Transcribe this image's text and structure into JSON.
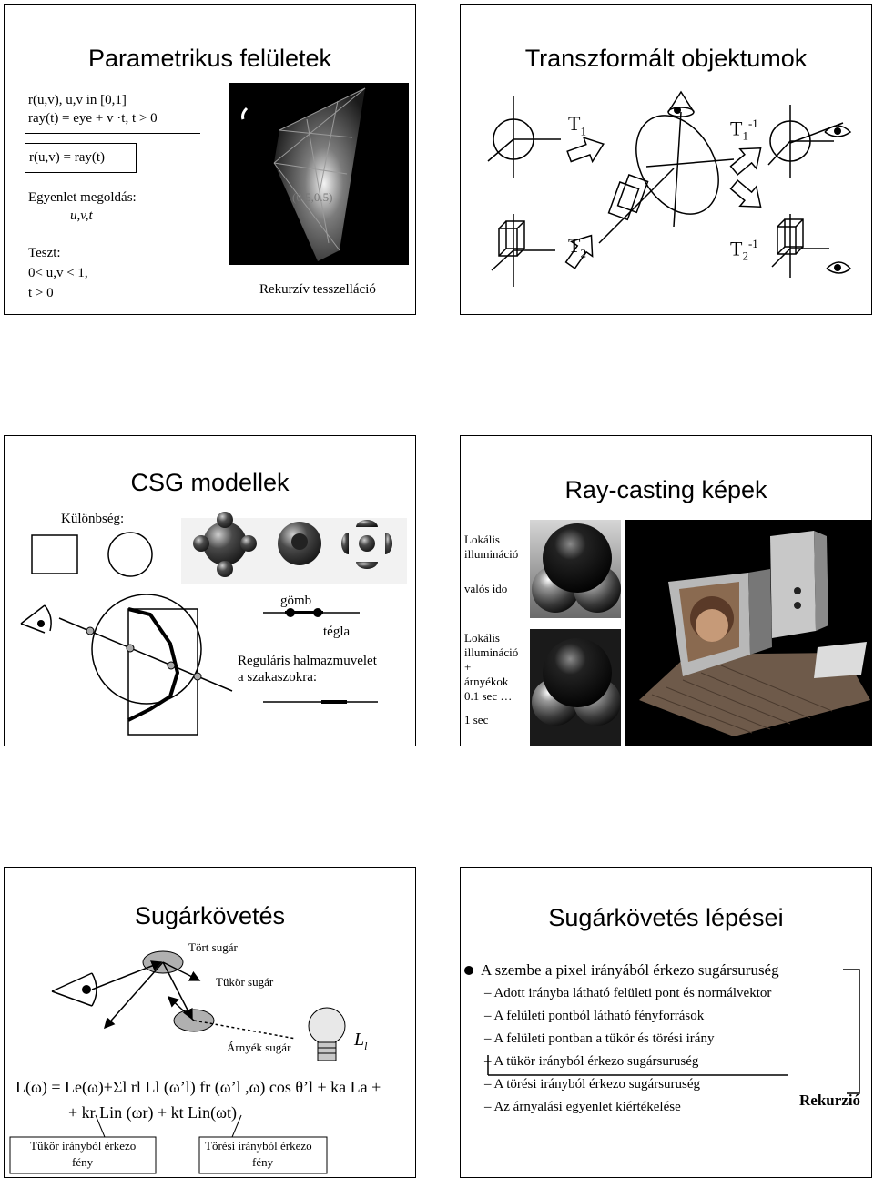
{
  "slide1": {
    "title": "Parametrikus felületek",
    "line1": "r(u,v),   u,v in [0,1]",
    "line2": "ray(t) = eye + v ·t,   t > 0",
    "eq": "r(u,v) = ray(t)",
    "solve1": "Egyenlet megoldás:",
    "solve2": "u,v,t",
    "test1": "Teszt:",
    "test2": "0< u,v < 1,",
    "test3": "t > 0",
    "image_label": "(0.5,0.5)",
    "caption": "Rekurzív tesszelláció"
  },
  "slide2": {
    "title": "Transzformált objektumok",
    "t1": "T",
    "t1_sub": "1",
    "t1inv": "T",
    "t1inv_sub": "1",
    "t1inv_sup": "-1",
    "t2": "T",
    "t2_sub": "2",
    "t2inv": "T",
    "t2inv_sub": "2",
    "t2inv_sup": "-1"
  },
  "slide3": {
    "title": "CSG modellek",
    "kulonbseg": "Különbség:",
    "gomb": "gömb",
    "tegla": "tégla",
    "reg1": "Reguláris halmazmuvelet",
    "reg2": "a szakaszokra:"
  },
  "slide4": {
    "title": "Ray-casting képek",
    "a1": "Lokális",
    "a2": "illumináció",
    "b1": "valós ido",
    "c1": "Lokális",
    "c2": "illumináció",
    "c3": "+",
    "c4": "árnyékok",
    "c5": "0.1 sec …",
    "c6": "1 sec"
  },
  "slide5": {
    "title": "Sugárkövetés",
    "tort": "Tört sugár",
    "tukor": "Tükör sugár",
    "arnyek": "Árnyék sugár",
    "light": "L",
    "light_sub": "l",
    "eq1": "L(ω) = Le(ω)+Σl rl Ll (ω’l) fr (ω’l ,ω) cos θ’l + ka La +",
    "eq2": "+ kr Lin (ωr)   +   kt Lin(ωt)",
    "box1a": "Tükör irányból érkezo",
    "box1b": "fény",
    "box2a": "Törési irányból érkezo",
    "box2b": "fény"
  },
  "slide6": {
    "title": "Sugárkövetés lépései",
    "main": "A szembe a pixel irányából érkezo sugársuruség",
    "items": [
      "Adott irányba látható felületi pont és normálvektor",
      "A felületi pontból látható fényforrások",
      "A felületi pontban a tükör és törési irány",
      "A tükör irányból érkezo sugársuruség",
      "A törési irányból érkezo sugársuruség",
      "Az árnyalási egyenlet kiértékelése"
    ],
    "rekurzio": "Rekurzió"
  }
}
